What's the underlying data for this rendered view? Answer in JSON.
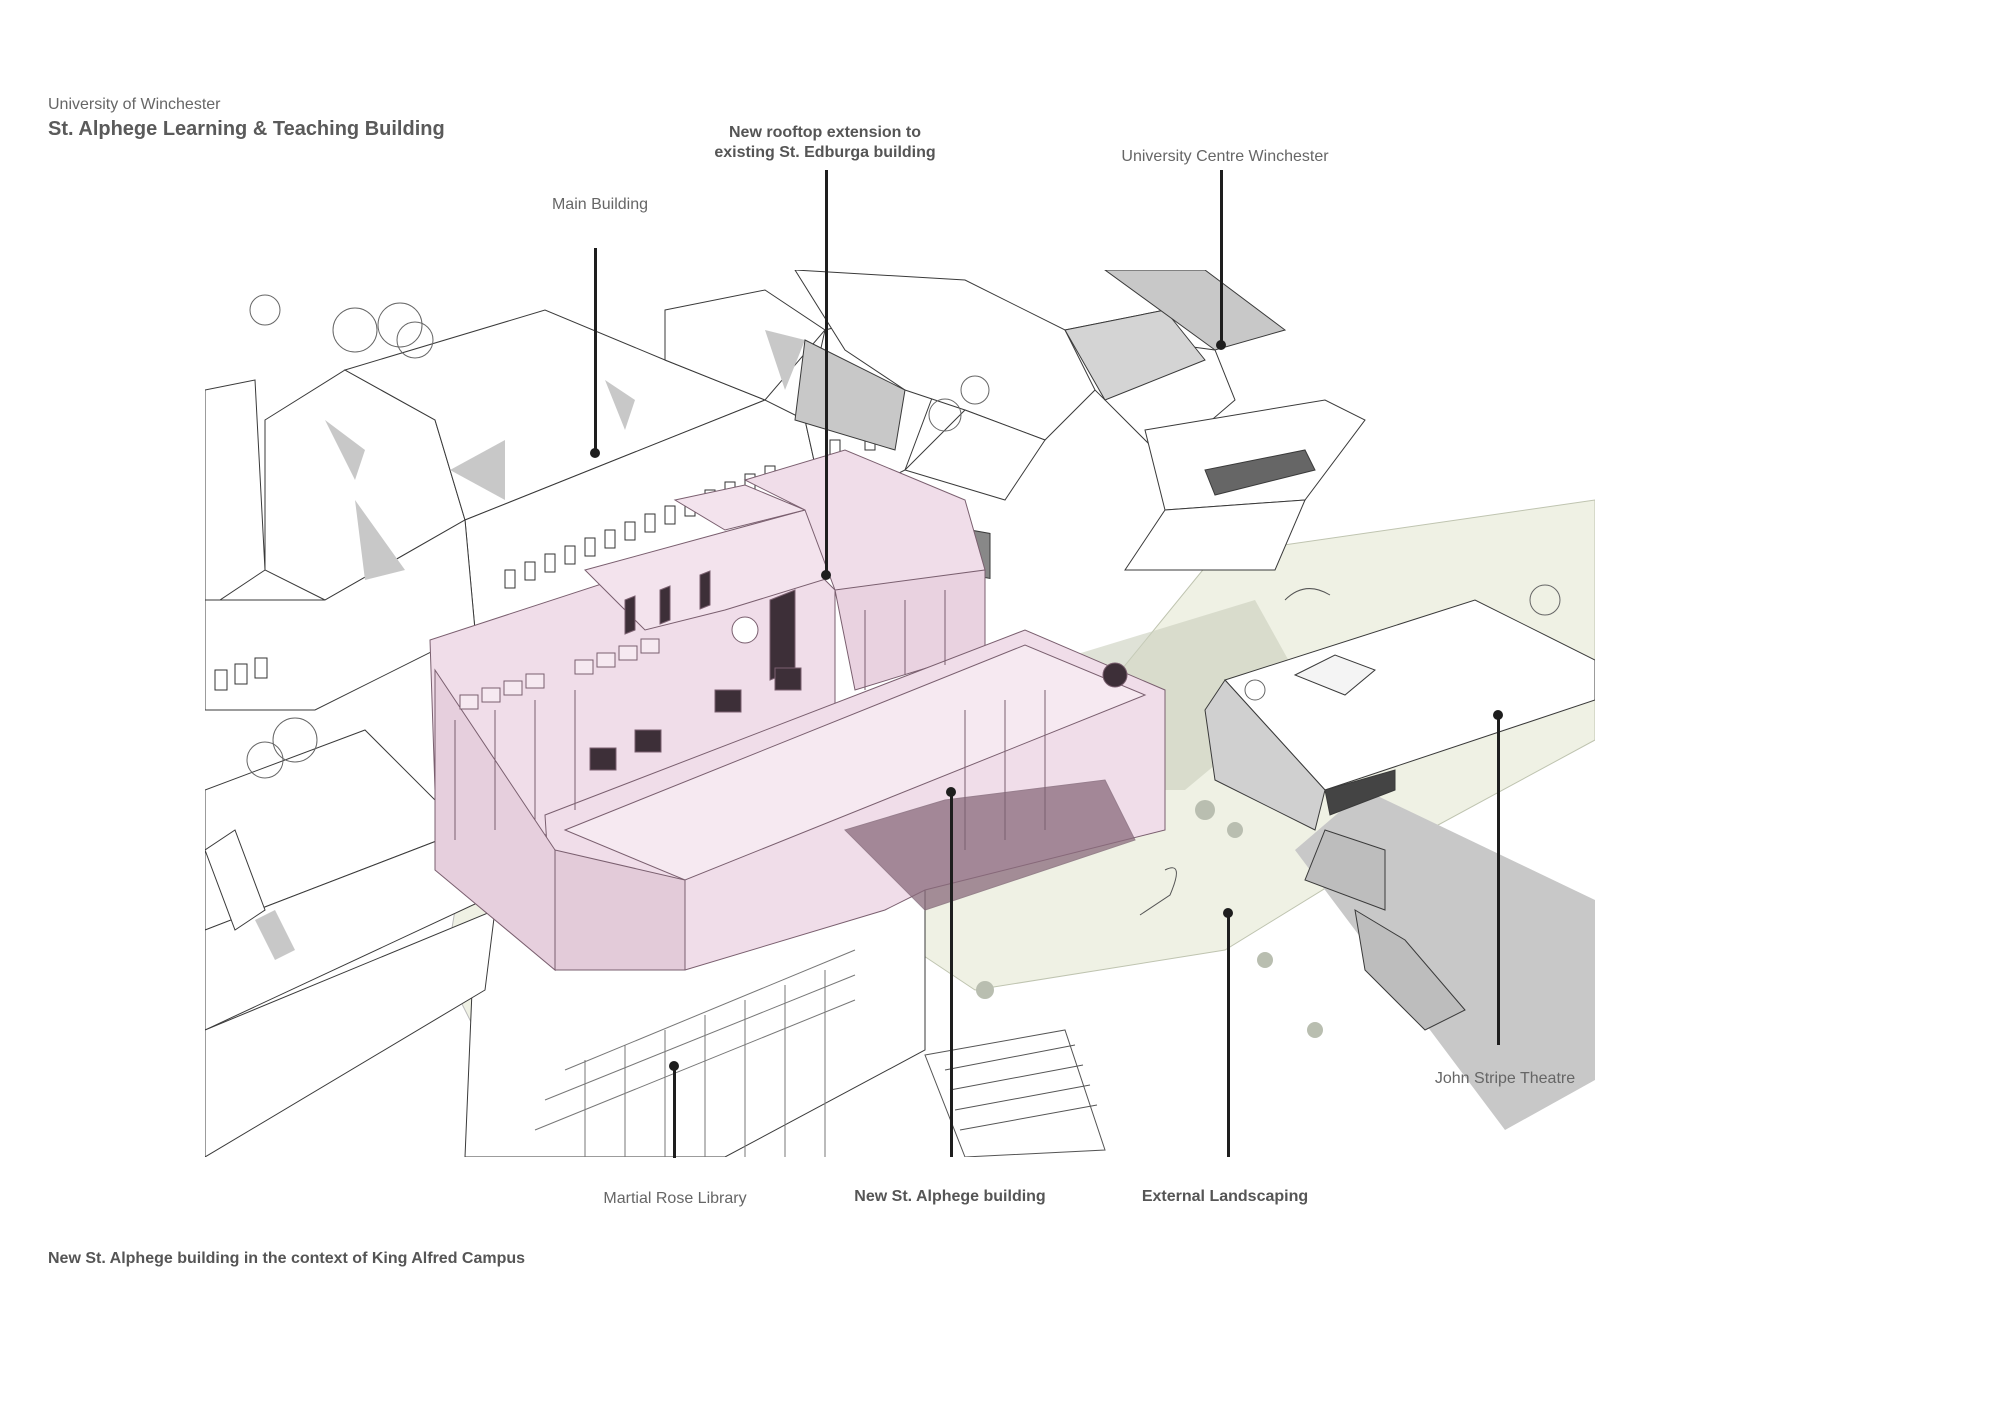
{
  "header": {
    "subtitle": "University of Winchester",
    "title": "St. Alphege Learning & Teaching Building"
  },
  "caption": "New St. Alphege building in the context of King Alfred Campus",
  "drawing": {
    "type": "axonometric site diagram",
    "colors": {
      "new_building": "#f0dde9",
      "new_building_dark": "#8a6b7c",
      "landscaping": "#eff1e4",
      "landscaping_shade": "#c9cfbd",
      "shadow": "#c8c8c8",
      "dark_glazing": "#555555",
      "linework": "#3a3a3a"
    }
  },
  "labels": {
    "main_building": "Main Building",
    "rooftop_extension_line1": "New rooftop extension to",
    "rooftop_extension_line2": "existing St. Edburga building",
    "university_centre": "University Centre Winchester",
    "john_stripe": "John Stripe Theatre",
    "martial_rose": "Martial Rose Library",
    "new_st_alphege": "New St. Alphege building",
    "external_landscaping": "External Landscaping"
  }
}
